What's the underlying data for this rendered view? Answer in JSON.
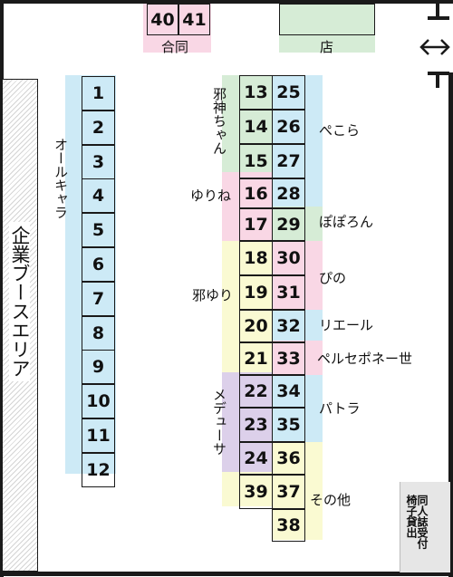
{
  "colors": {
    "blue": "#cdeaf6",
    "green": "#d6ecd6",
    "pink": "#f9d7e5",
    "yellow": "#fafad2",
    "purple": "#dcd0ea",
    "wall": "#1a1a1a",
    "corporate_fill": "#e6e6e6"
  },
  "top": {
    "booths": [
      "40",
      "41"
    ],
    "booth_label": "合同",
    "shop_label": "店"
  },
  "door_icon": "double-arrow-icon",
  "left": {
    "corporate_area": "企業ブースエリア",
    "column_label": "オールキャラ",
    "booths": [
      "1",
      "2",
      "3",
      "4",
      "5",
      "6",
      "7",
      "8",
      "9",
      "10",
      "11",
      "12"
    ]
  },
  "center": {
    "rows": [
      {
        "left": "13",
        "right": "25"
      },
      {
        "left": "14",
        "right": "26"
      },
      {
        "left": "15",
        "right": "27"
      },
      {
        "left": "16",
        "right": "28"
      },
      {
        "left": "17",
        "right": "29"
      },
      {
        "left": "18",
        "right": "30"
      },
      {
        "left": "19",
        "right": "31"
      },
      {
        "left": "20",
        "right": "32"
      },
      {
        "left": "21",
        "right": "33"
      },
      {
        "left": "22",
        "right": "34"
      },
      {
        "left": "23",
        "right": "35"
      },
      {
        "left": "24",
        "right": "36"
      },
      {
        "left": "39",
        "right": "37"
      },
      {
        "left": "",
        "right": "38"
      }
    ],
    "left_labels": {
      "jashin": "邪神ちゃん",
      "yurine": "ゆりね",
      "jayuri": "邪ゆり",
      "medusa": "メデューサ"
    },
    "right_labels": {
      "pekora": "ぺこら",
      "poporon": "ぽぽろん",
      "pino": "ぴの",
      "rieru": "リエール",
      "persephone": "ペルセポネー世",
      "patora": "パトラ",
      "other": "その他"
    }
  },
  "reception": "同人誌受付　椅子貸出"
}
